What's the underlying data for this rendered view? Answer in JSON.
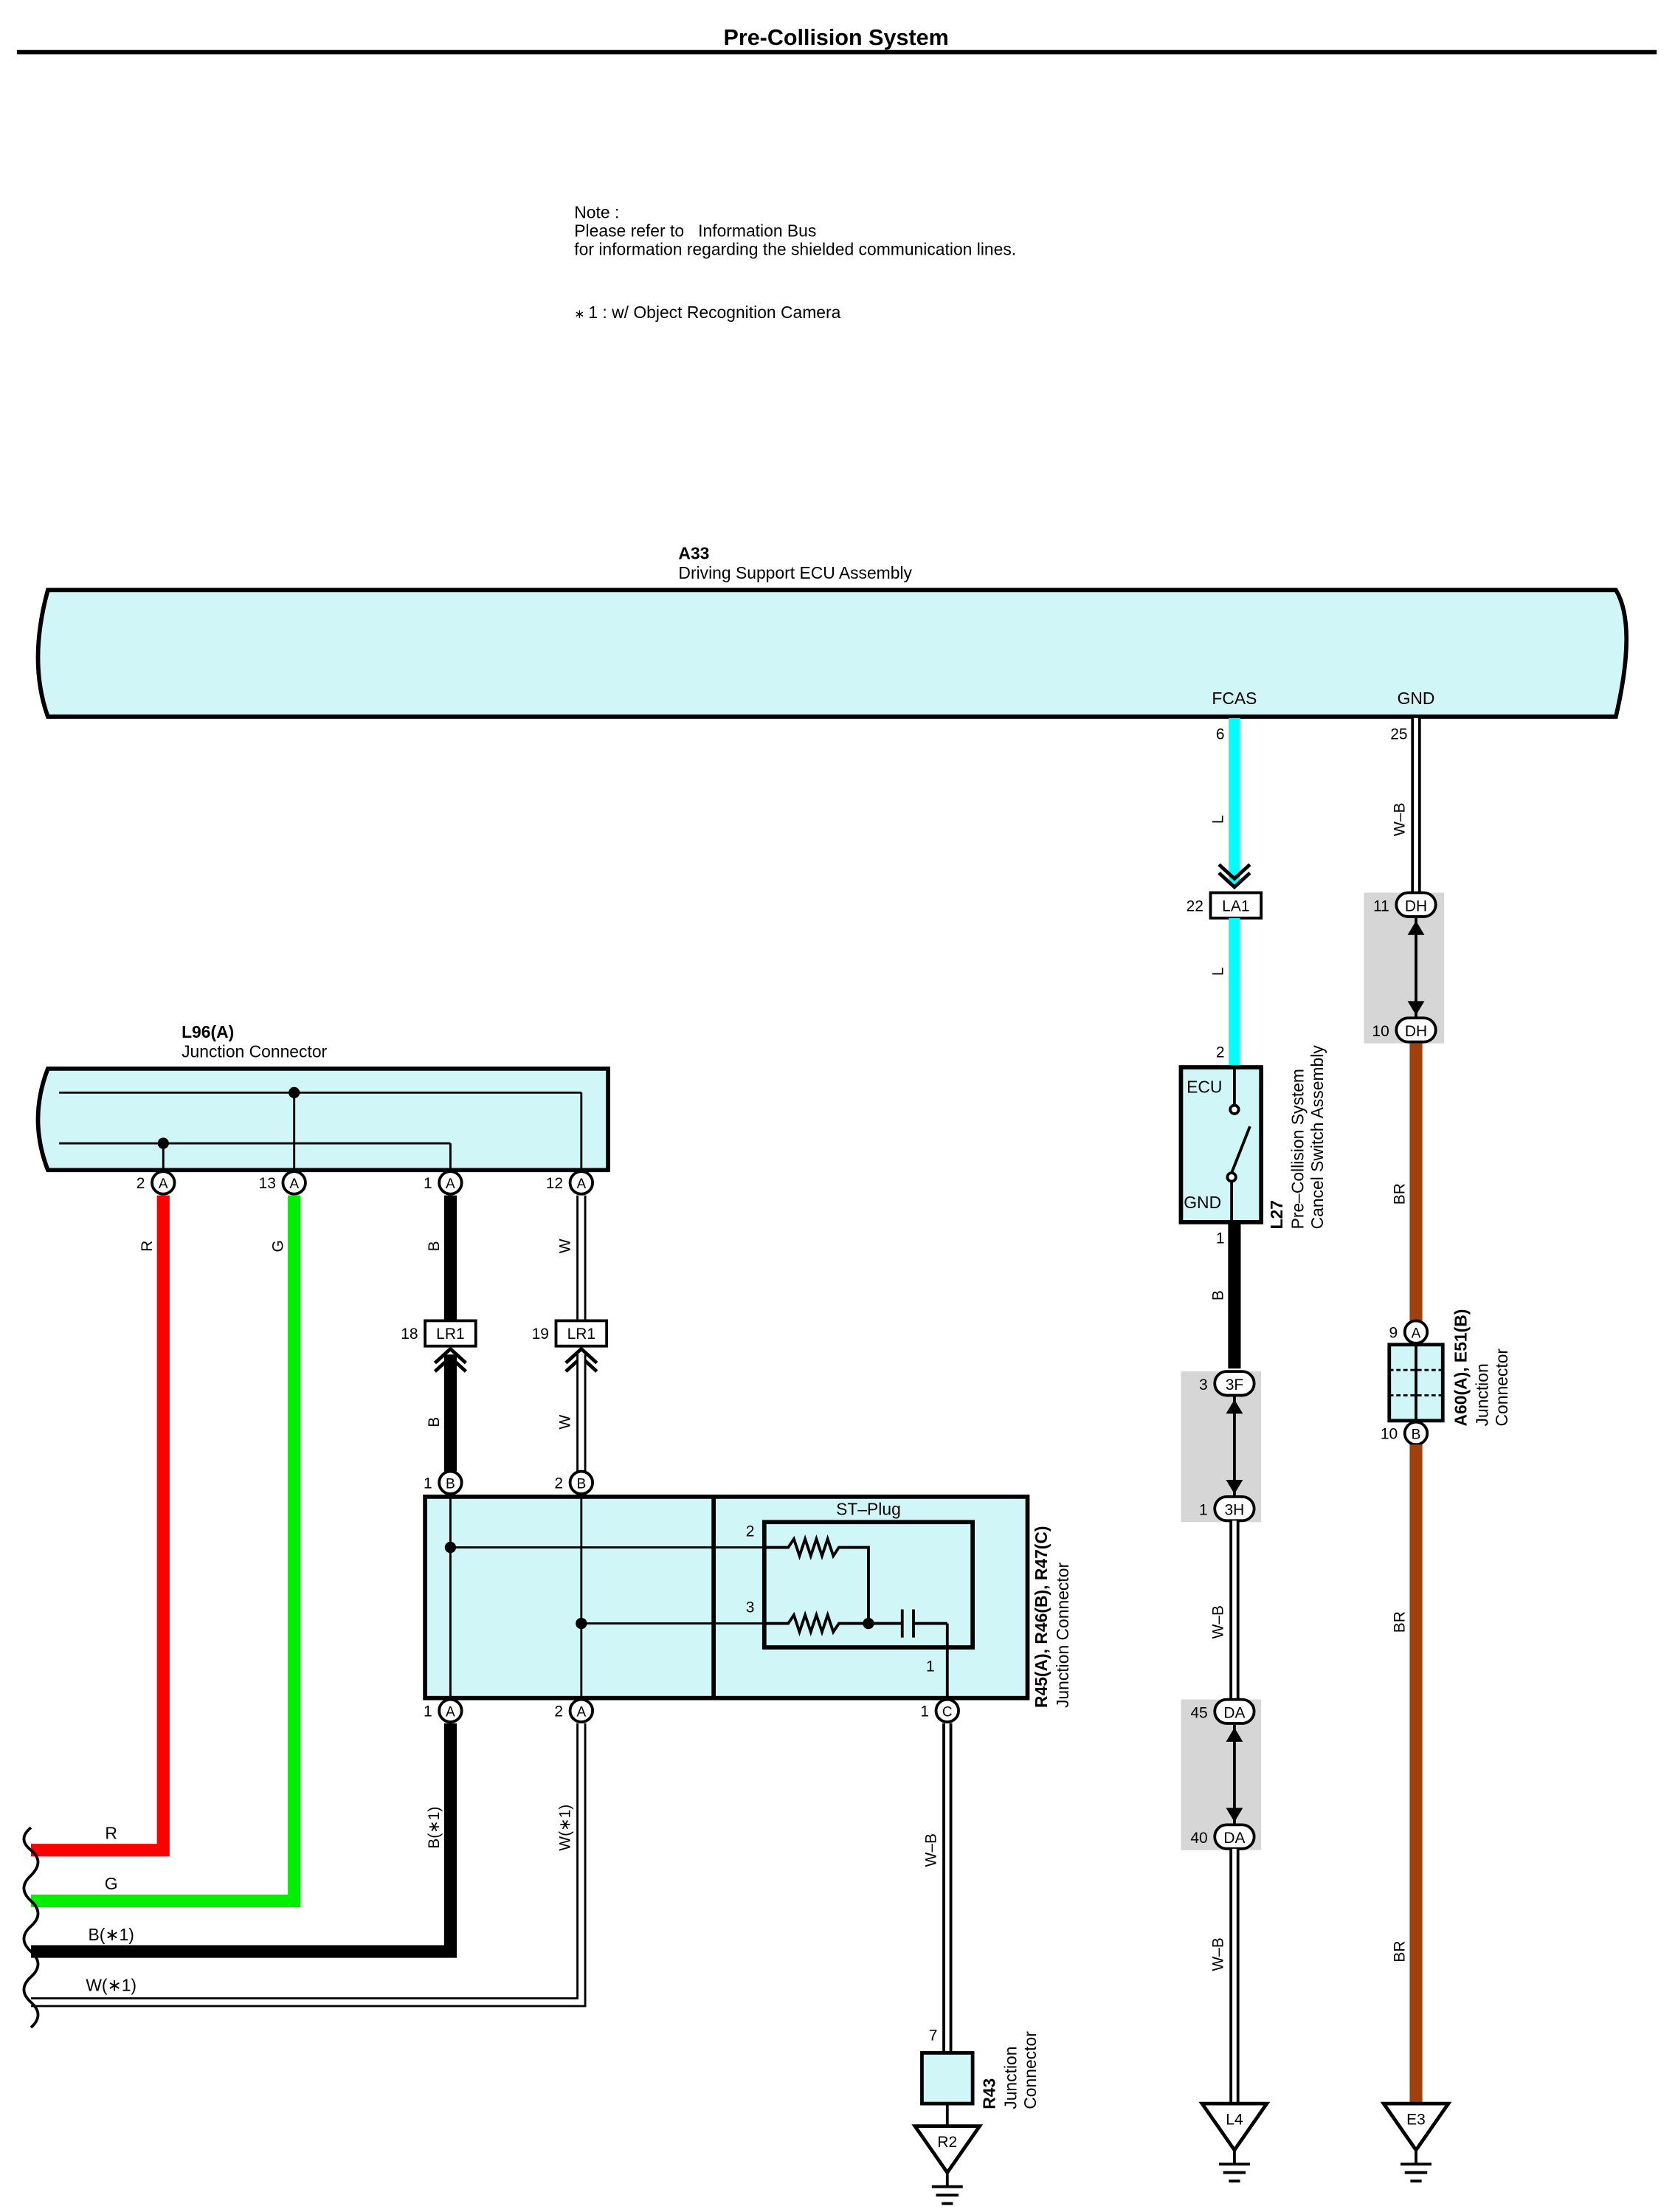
{
  "title": "Pre-Collision System",
  "note": {
    "line1": "Note :",
    "line2a": "Please refer to",
    "line2b": "Information Bus",
    "line3": "for information regarding the shielded communication lines.",
    "star": "1 : w/ Object Recognition Camera"
  },
  "ecu": {
    "code": "A33",
    "name": "Driving Support ECU Assembly",
    "pin_fcas": "FCAS",
    "pin_gnd": "GND",
    "pin6": "6",
    "pin25": "25"
  },
  "l96": {
    "code": "L96(A)",
    "name": "Junction Connector",
    "p2": "2",
    "p13": "13",
    "p1": "1",
    "p12": "12",
    "letter": "A"
  },
  "l27": {
    "code": "L27",
    "name1": "Pre–Collision System",
    "name2": "Cancel Switch Assembly",
    "ecu": "ECU",
    "gnd": "GND",
    "p2": "2",
    "p1": "1"
  },
  "r45": {
    "code": "R45(A), R46(B), R47(C)",
    "name": "Junction Connector",
    "stplug": "ST–Plug",
    "p2": "2",
    "p3": "3",
    "p1": "1",
    "b1": "1",
    "b2": "2",
    "a1": "1",
    "a2": "2",
    "c1": "1",
    "B": "B",
    "A": "A",
    "C": "C"
  },
  "r43": {
    "code": "R43",
    "name1": "Junction",
    "name2": "Connector",
    "p7": "7"
  },
  "a60": {
    "code": "A60(A), E51(B)",
    "name1": "Junction",
    "name2": "Connector",
    "p9": "9",
    "p10": "10",
    "A": "A",
    "B": "B"
  },
  "connectors": {
    "la1": "LA1",
    "la1_pin": "22",
    "lr1": "LR1",
    "lr1_pin18": "18",
    "lr1_pin19": "19",
    "dh": "DH",
    "dh_11": "11",
    "dh_10": "10",
    "f3": "3F",
    "f3_pin": "3",
    "h3": "3H",
    "h3_pin": "1",
    "da": "DA",
    "da_45": "45",
    "da_40": "40"
  },
  "wires": {
    "L": "L",
    "WB": "W–B",
    "BR": "BR",
    "R": "R",
    "G": "G",
    "B": "B",
    "W": "W",
    "Bstar": "B(∗1)",
    "Wstar": "W(∗1)"
  },
  "grounds": {
    "r2": "R2",
    "l4": "L4",
    "e3": "E3"
  },
  "colors": {
    "light_blue": "#bfe8ff",
    "cyan": "#00ffff",
    "red": "#ff0000",
    "green": "#00ee00",
    "brown": "#a0400a",
    "black": "#000000",
    "gray": "#d6d6d6",
    "box": "#d0f6f8"
  }
}
